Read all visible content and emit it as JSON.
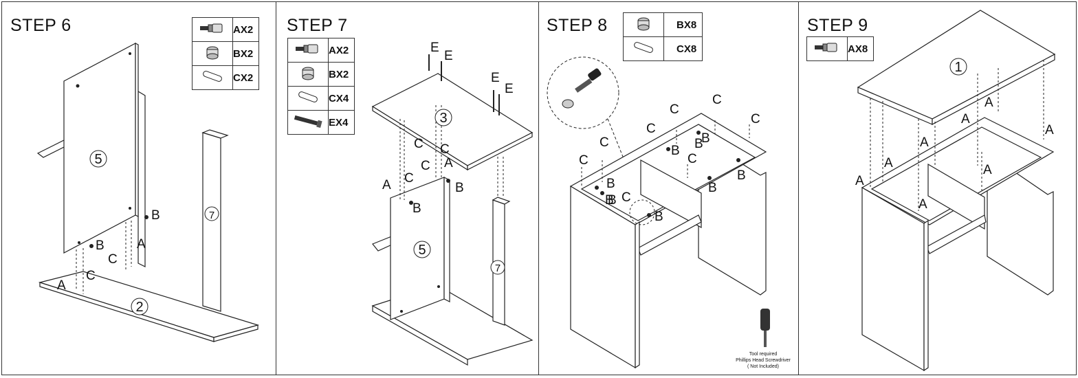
{
  "steps": [
    {
      "title": "STEP 6",
      "hardware": [
        {
          "icon": "cam-bolt-icon",
          "qty": "AX2"
        },
        {
          "icon": "cam-lock-icon",
          "qty": "BX2"
        },
        {
          "icon": "dowel-icon",
          "qty": "CX2"
        }
      ],
      "part_numbers": [
        "5",
        "2",
        "7"
      ],
      "hardware_labels": [
        "B",
        "B",
        "A",
        "C",
        "A",
        "C"
      ]
    },
    {
      "title": "STEP 7",
      "hardware": [
        {
          "icon": "cam-bolt-icon",
          "qty": "AX2"
        },
        {
          "icon": "cam-lock-icon",
          "qty": "BX2"
        },
        {
          "icon": "dowel-icon",
          "qty": "CX4"
        },
        {
          "icon": "screw-icon",
          "qty": "EX4"
        }
      ],
      "part_numbers": [
        "3",
        "5",
        "7"
      ],
      "hardware_labels": [
        "E",
        "E",
        "E",
        "E",
        "C",
        "C",
        "C",
        "A",
        "A",
        "C",
        "B",
        "B"
      ]
    },
    {
      "title": "STEP 8",
      "hardware": [
        {
          "icon": "cam-lock-icon",
          "qty": "BX8"
        },
        {
          "icon": "dowel-icon",
          "qty": "CX8"
        }
      ],
      "hardware_labels": [
        "C",
        "C",
        "C",
        "C",
        "C",
        "C",
        "B",
        "B",
        "B",
        "B",
        "B",
        "C",
        "B",
        "B",
        "B",
        "C",
        "B"
      ],
      "tool_note": [
        "Tool required",
        "Phillips Head Screwdriver",
        "( Not Included)"
      ]
    },
    {
      "title": "STEP 9",
      "hardware": [
        {
          "icon": "cam-bolt-icon",
          "qty": "AX8"
        }
      ],
      "part_numbers": [
        "1"
      ],
      "hardware_labels": [
        "A",
        "A",
        "A",
        "A",
        "A",
        "A",
        "A",
        "A"
      ]
    }
  ]
}
